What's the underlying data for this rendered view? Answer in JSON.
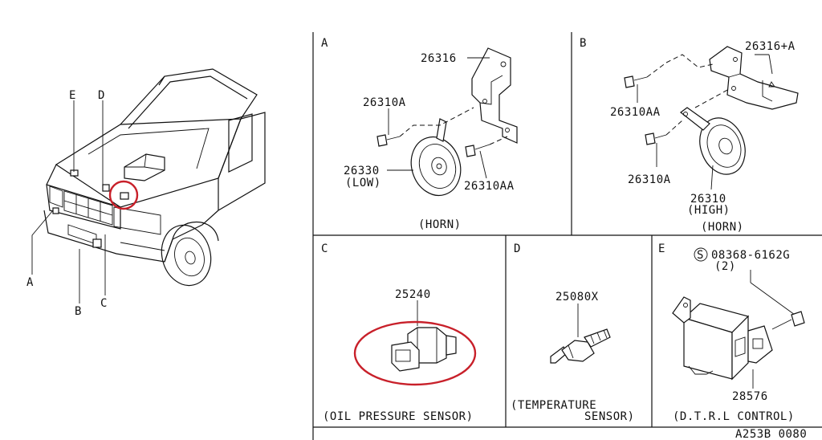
{
  "overview": {
    "callouts": [
      "E",
      "D",
      "A",
      "B",
      "C"
    ]
  },
  "panels": {
    "A": {
      "letter": "A",
      "parts": [
        "26316",
        "26310A",
        "26330",
        "(LOW)",
        "26310AA"
      ],
      "caption": "(HORN)"
    },
    "B": {
      "letter": "B",
      "parts": [
        "26316+A",
        "26310AA",
        "26310A",
        "26310",
        "(HIGH)"
      ],
      "caption": "(HORN)"
    },
    "C": {
      "letter": "C",
      "parts": [
        "25240"
      ],
      "caption": "(OIL PRESSURE SENSOR)"
    },
    "D": {
      "letter": "D",
      "parts": [
        "25080X"
      ],
      "caption_line1": "(TEMPERATURE",
      "caption_line2": "SENSOR)"
    },
    "E": {
      "letter": "E",
      "screw_symbol": "S",
      "screw_part": "08368-6162G",
      "screw_qty": "(2)",
      "parts": [
        "28576"
      ],
      "caption": "(D.T.R.L CONTROL)"
    }
  },
  "drawing_code": "A253B 0080",
  "highlight_color": "#c8202a"
}
